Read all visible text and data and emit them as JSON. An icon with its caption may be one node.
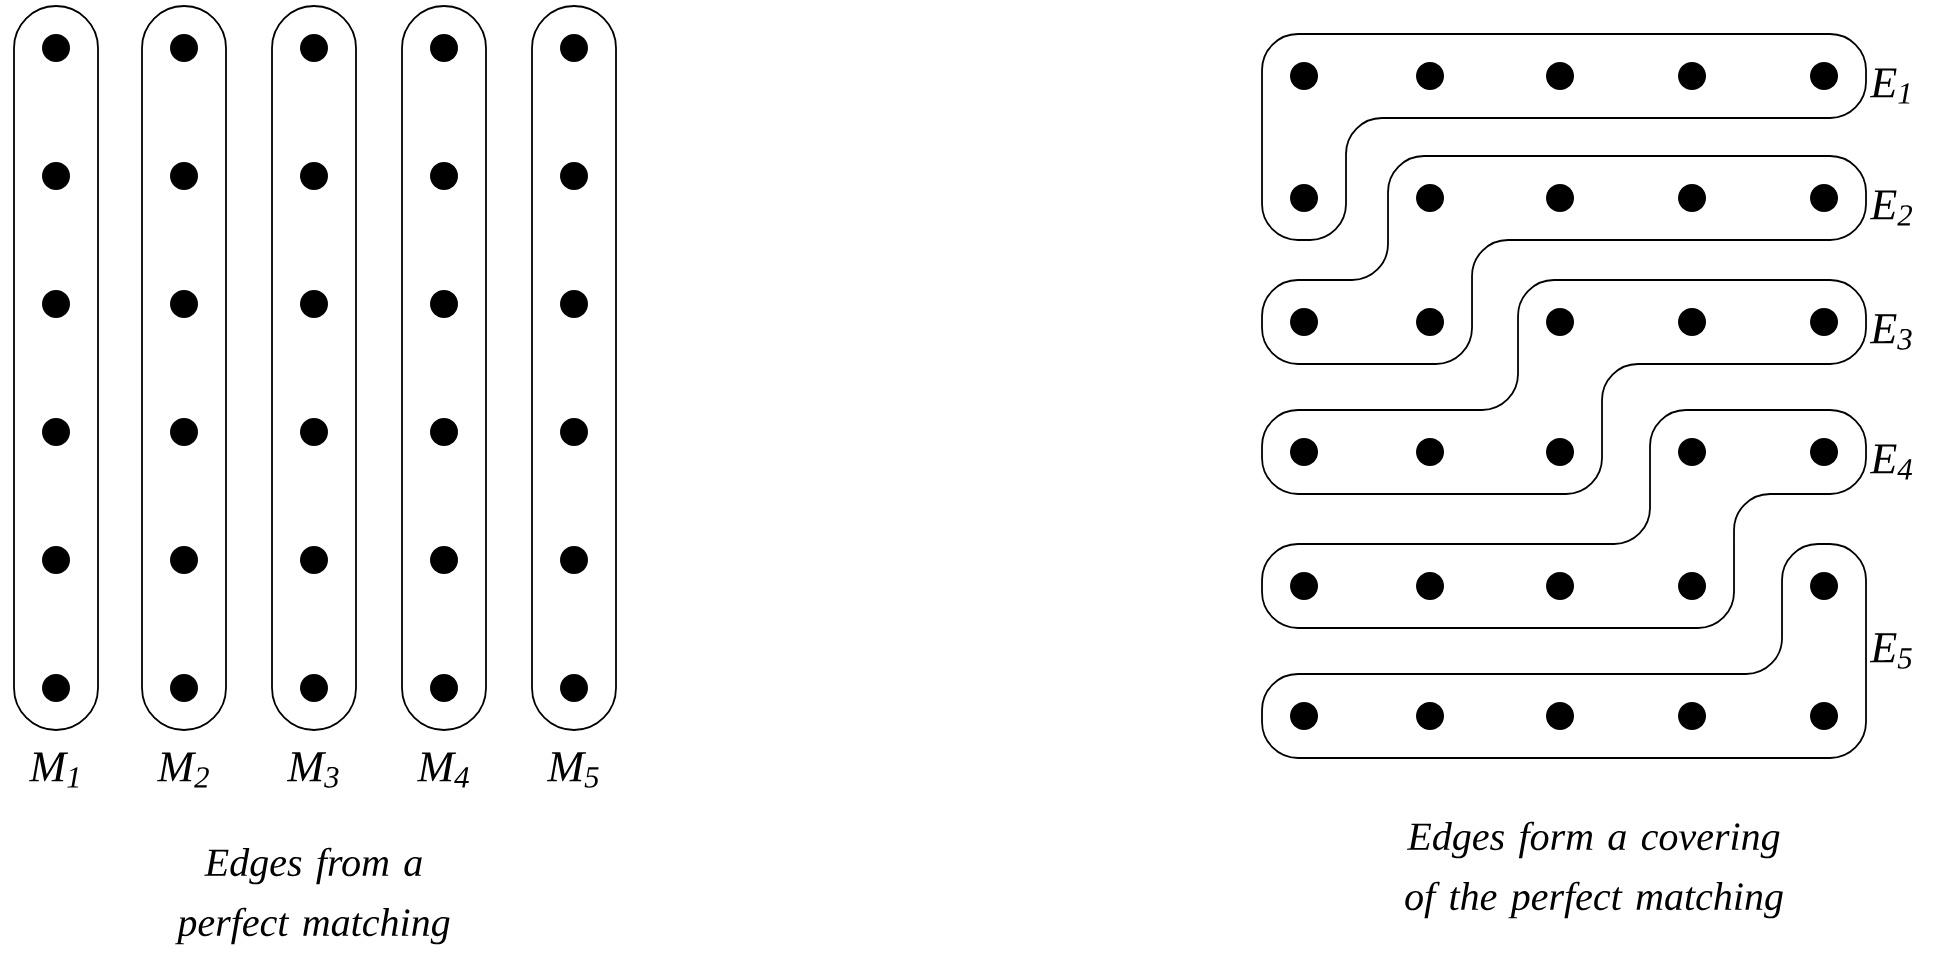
{
  "diagram": {
    "nodes": [
      {
        "text": [],
        "shape": "band",
        "beside": [
          "M$_{1}$"
        ]
      },
      {
        "text": [],
        "shape": "band",
        "beside": [
          "M$_{2}$"
        ]
      },
      {
        "text": [],
        "shape": "band",
        "beside": [
          "M$_{3}$"
        ]
      },
      {
        "text": [],
        "shape": "band",
        "beside": [
          "M$_{4}$"
        ]
      },
      {
        "text": [],
        "shape": "band",
        "beside": [
          "M$_{5}$"
        ]
      },
      {
        "text": [],
        "shape": "snake",
        "beside": [
          "E$_{1}$"
        ]
      },
      {
        "text": [],
        "shape": "snake",
        "beside": [
          "E$_{2}$"
        ]
      },
      {
        "text": [],
        "shape": "snake",
        "beside": [
          "E$_{3}$"
        ]
      },
      {
        "text": [],
        "shape": "snake",
        "beside": [
          "E$_{4}$"
        ]
      },
      {
        "text": [],
        "shape": "snake",
        "beside": [
          "E$_{5}$"
        ]
      }
    ],
    "labels": [
      "Edges from a perfect matching",
      "Edges form a covering of the perfect matching"
    ]
  }
}
